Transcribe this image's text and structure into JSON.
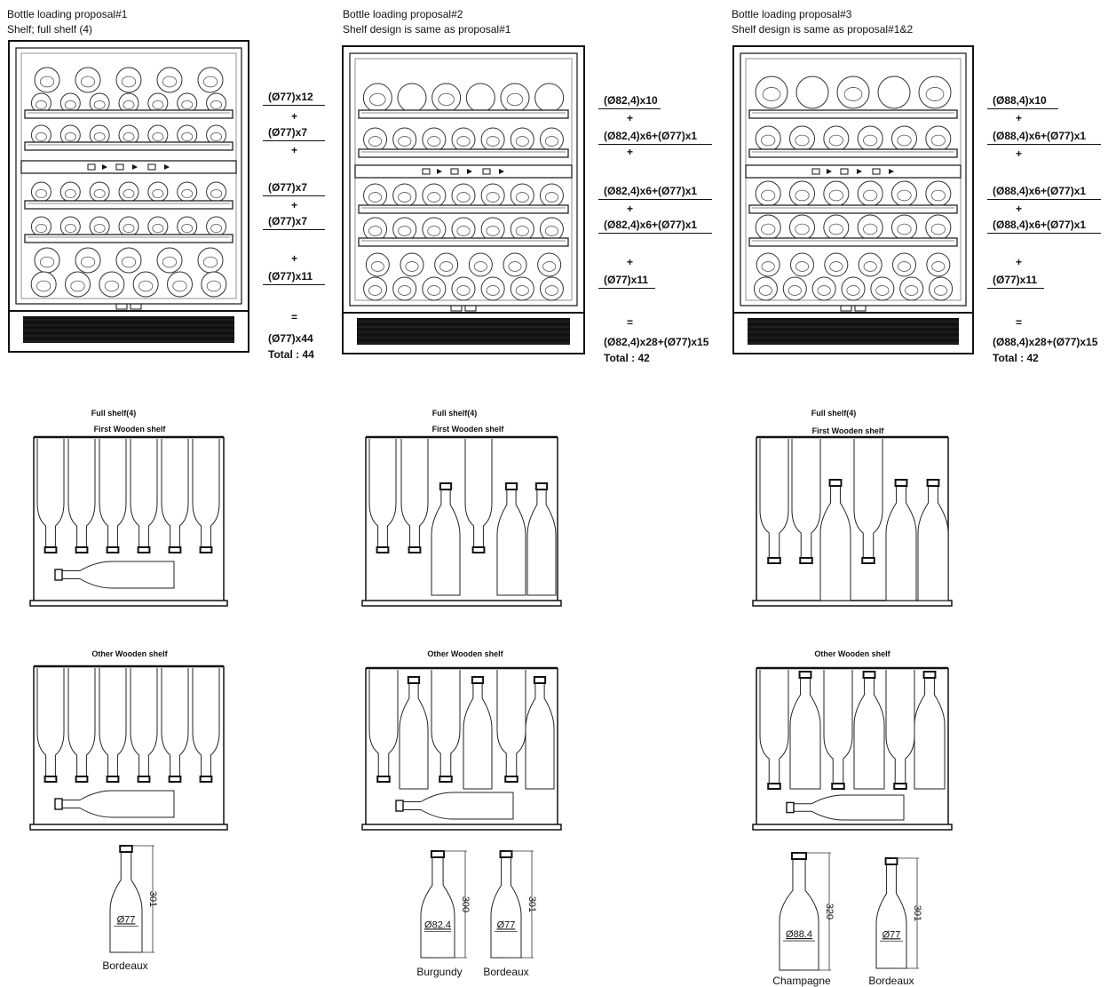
{
  "proposals": [
    {
      "title": "Bottle loading proposal#1",
      "subtitle": "Shelf; full shelf (4)",
      "calc": [
        "(Ø77)x12",
        "+",
        "(Ø77)x7",
        "+",
        "(Ø77)x7",
        "+",
        "(Ø77)x7",
        "+",
        "(Ø77)x11",
        "=",
        "(Ø77)x44",
        "Total : 44"
      ],
      "full_shelf_caption": "Full shelf(4)",
      "first_shelf_caption": "First Wooden shelf",
      "other_shelf_caption": "Other Wooden shelf",
      "bottles": [
        {
          "name": "Bordeaux",
          "diameter": "Ø77",
          "height": "301"
        }
      ]
    },
    {
      "title": "Bottle loading proposal#2",
      "subtitle": "Shelf design is same as proposal#1",
      "calc": [
        "(Ø82,4)x10",
        "+",
        "(Ø82,4)x6+(Ø77)x1",
        "+",
        "(Ø82,4)x6+(Ø77)x1",
        "+",
        "(Ø82,4)x6+(Ø77)x1",
        "+",
        "(Ø77)x11",
        "=",
        "(Ø82,4)x28+(Ø77)x15",
        "Total : 42"
      ],
      "full_shelf_caption": "Full shelf(4)",
      "first_shelf_caption": "First Wooden shelf",
      "other_shelf_caption": "Other Wooden shelf",
      "bottles": [
        {
          "name": "Burgundy",
          "diameter": "Ø82.4",
          "height": "300"
        },
        {
          "name": "Bordeaux",
          "diameter": "Ø77",
          "height": "301"
        }
      ]
    },
    {
      "title": "Bottle loading proposal#3",
      "subtitle": "Shelf design is same as proposal#1&2",
      "calc": [
        "(Ø88,4)x10",
        "+",
        "(Ø88,4)x6+(Ø77)x1",
        "+",
        "(Ø88,4)x6+(Ø77)x1",
        "+",
        "(Ø88,4)x6+(Ø77)x1",
        "+",
        "(Ø77)x11",
        "=",
        "(Ø88,4)x28+(Ø77)x15",
        "Total : 42"
      ],
      "full_shelf_caption": "Full shelf(4)",
      "first_shelf_caption": "First Wooden shelf",
      "other_shelf_caption": "Other Wooden shelf",
      "bottles": [
        {
          "name": "Champagne",
          "diameter": "Ø88.4",
          "height": "320"
        },
        {
          "name": "Bordeaux",
          "diameter": "Ø77",
          "height": "301"
        }
      ]
    }
  ]
}
